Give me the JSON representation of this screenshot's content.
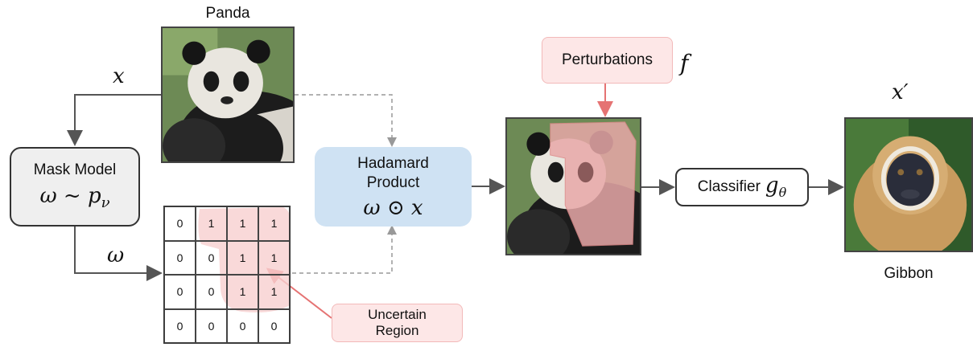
{
  "title_panda": "Panda",
  "title_gibbon": "Gibbon",
  "var_x": "x",
  "var_x_prime": "x′",
  "var_omega": "ω",
  "var_f": "f",
  "mask_model": {
    "line1": "Mask Model",
    "formula_main": "ω ~ p",
    "formula_sub": "ν"
  },
  "hadamard": {
    "line1": "Hadamard",
    "line2": "Product",
    "formula": "ω ⊙ x"
  },
  "perturbations": "Perturbations",
  "classifier": {
    "label": "Classifier",
    "symbol": "g",
    "sub": "θ"
  },
  "uncertain": {
    "line1": "Uncertain",
    "line2": "Region"
  },
  "mask_grid": [
    [
      "0",
      "1",
      "1",
      "1"
    ],
    [
      "0",
      "0",
      "1",
      "1"
    ],
    [
      "0",
      "0",
      "1",
      "1"
    ],
    [
      "0",
      "0",
      "0",
      "0"
    ]
  ],
  "colors": {
    "pink_fill": "#fde7e7",
    "pink_stroke": "#e57373",
    "hadamard_fill": "#cfe2f3",
    "mask_fill": "#efefef"
  }
}
